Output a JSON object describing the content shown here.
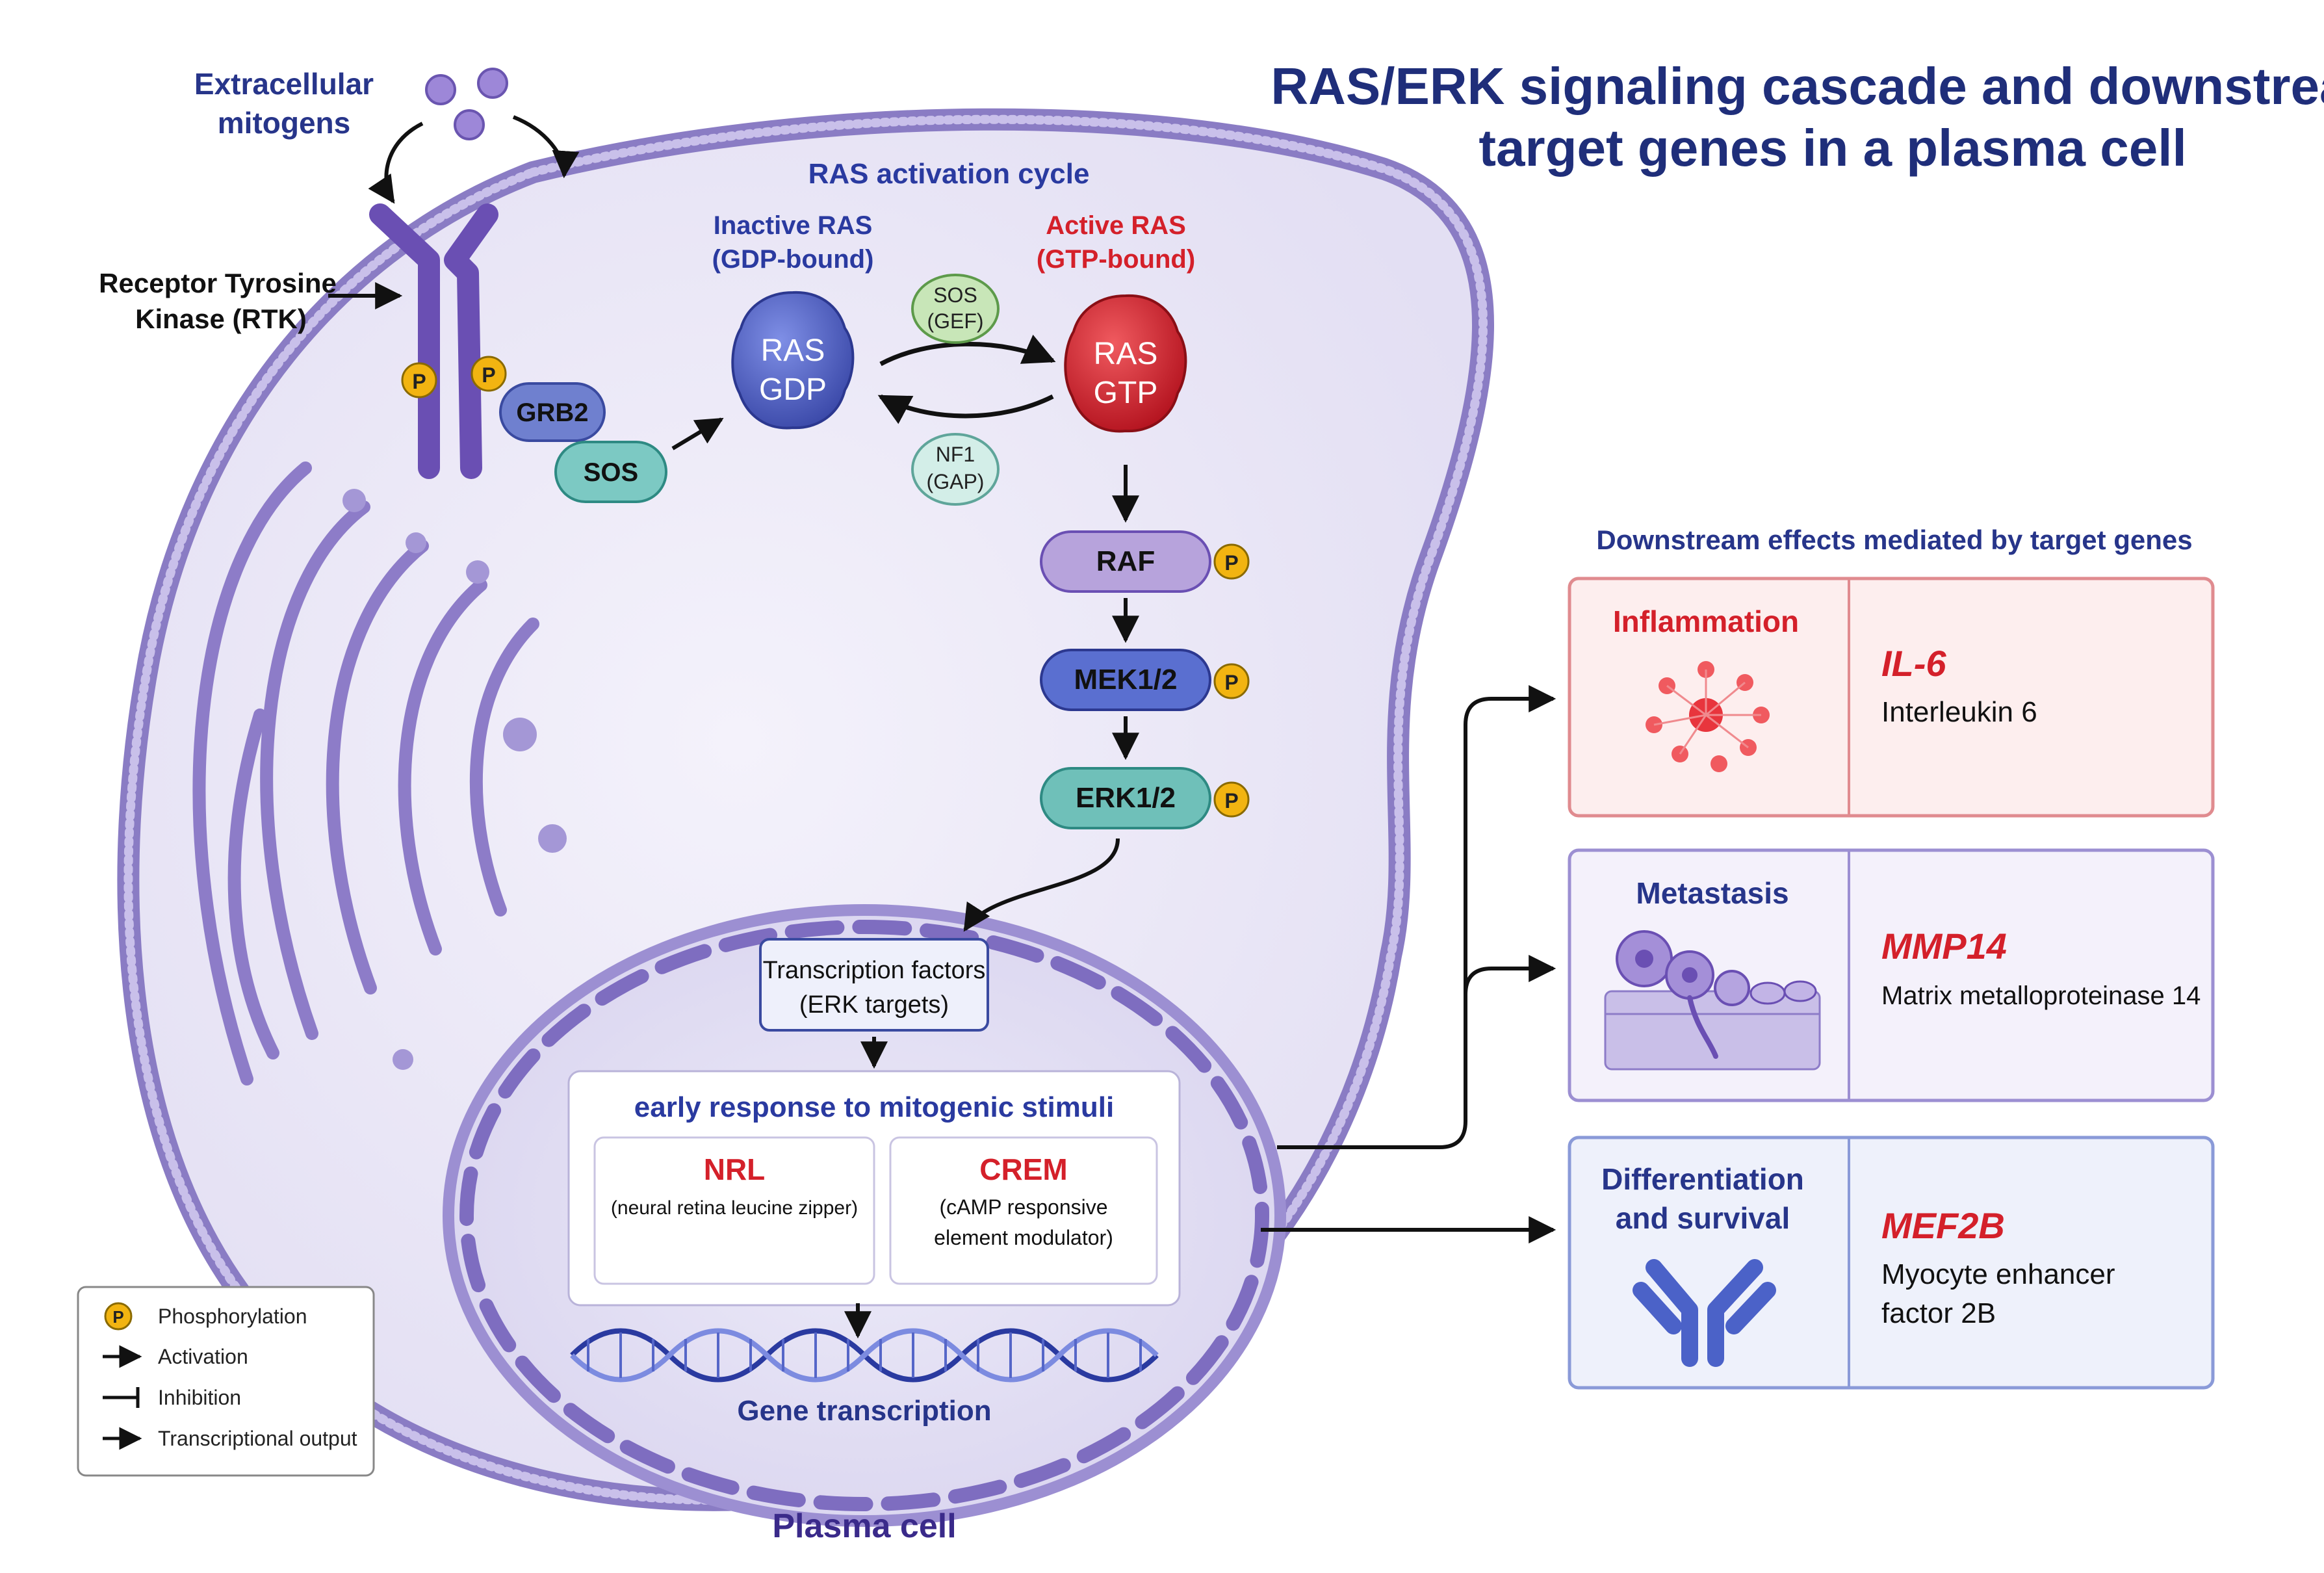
{
  "title": {
    "line1": "RAS/ERK signaling cascade and downstream",
    "line2": "target genes in a plasma cell"
  },
  "extracellular": {
    "line1": "Extracellular",
    "line2": "mitogens"
  },
  "rtk": {
    "line1": "Receptor Tyrosine",
    "line2": "Kinase (RTK)"
  },
  "adaptors": {
    "grb2": "GRB2",
    "sos": "SOS"
  },
  "phospho_label": "P",
  "ras_cycle": {
    "title": "RAS activation cycle",
    "inactive_line1": "Inactive RAS",
    "inactive_line2": "(GDP-bound)",
    "active_line1": "Active RAS",
    "active_line2": "(GTP-bound)",
    "ras_gdp_line1": "RAS",
    "ras_gdp_line2": "GDP",
    "ras_gtp_line1": "RAS",
    "ras_gtp_line2": "GTP",
    "gef_line1": "SOS",
    "gef_line2": "(GEF)",
    "gap_line1": "NF1",
    "gap_line2": "(GAP)"
  },
  "cascade": {
    "raf": "RAF",
    "mek": "MEK1/2",
    "erk": "ERK1/2"
  },
  "nucleus": {
    "tf_line1": "Transcription factors",
    "tf_line2": "(ERK targets)",
    "early_title": "early response to mitogenic stimuli",
    "nrl_name": "NRL",
    "nrl_desc": "(neural retina leucine zipper)",
    "crem_name": "CREM",
    "crem_desc_line1": "(cAMP responsive",
    "crem_desc_line2": "element modulator)",
    "gene_transcription": "Gene transcription"
  },
  "cell_label": "Plasma cell",
  "downstream": {
    "header": "Downstream effects mediated by target genes",
    "effects": [
      {
        "category": "Inflammation",
        "gene": "IL-6",
        "description_line1": "Interleukin 6",
        "description_line2": ""
      },
      {
        "category": "Metastasis",
        "gene": "MMP14",
        "description_line1": "Matrix metalloproteinase 14",
        "description_line2": ""
      },
      {
        "category_line1": "Differentiation",
        "category_line2": "and survival",
        "gene": "MEF2B",
        "description_line1": "Myocyte enhancer",
        "description_line2": "factor 2B"
      }
    ]
  },
  "legend": {
    "items": [
      "Phosphorylation",
      "Activation",
      "Inhibition",
      "Transcriptional output"
    ]
  },
  "colors": {
    "title_navy": "#1f2e7a",
    "gene_red": "#d4202a",
    "membrane_purple": "#8a7cc4",
    "ras_gdp_blue": "#4b5cc4",
    "ras_gtp_red": "#cf1f2b",
    "erk_teal": "#3f9e98",
    "phospho_yellow": "#f2b411"
  }
}
